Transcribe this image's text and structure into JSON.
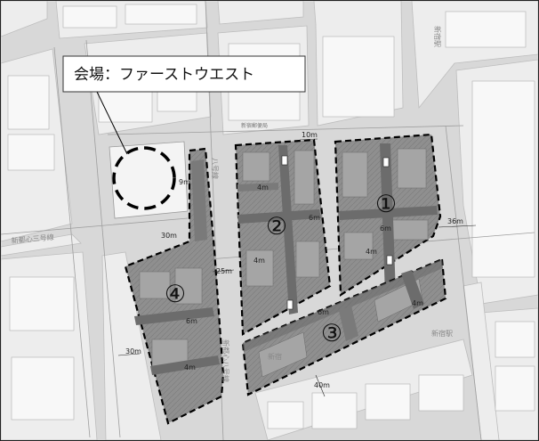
{
  "callout": {
    "label": "会場：ファーストウエスト"
  },
  "districts": [
    {
      "id": "d1",
      "number": "①"
    },
    {
      "id": "d2",
      "number": "②"
    },
    {
      "id": "d3",
      "number": "③"
    },
    {
      "id": "d4",
      "number": "④"
    }
  ],
  "dimensions": {
    "top_10m": "10m",
    "right_36m": "36m",
    "left_30m_upper": "30m",
    "center_25m": "25m",
    "left_30m_lower": "30m",
    "bottom_40m": "40m",
    "d1_6m": "6m",
    "d1_4m": "4m",
    "d2_4m_top": "4m",
    "d2_6m": "6m",
    "d2_4m_left": "4m",
    "d3_6m": "6m",
    "d3_4m": "4m",
    "d4_6m": "6m",
    "d4_4m": "4m",
    "venue_9m": "9m"
  },
  "street_labels": {
    "sanjo": "新都心三号線",
    "hachigo_upper": "八号線",
    "hachigo_lower": "新都心八号線",
    "ekimae": "新宿駅",
    "station_right": "新宿駅",
    "shinjuku_left": "新宿",
    "bldg_label": "新宿郵便局"
  },
  "colors": {
    "district_fill": "#8f8f8f",
    "road": "#d6d6d6",
    "block": "#ececec",
    "building": "#f7f7f7",
    "dash": "#000000"
  }
}
